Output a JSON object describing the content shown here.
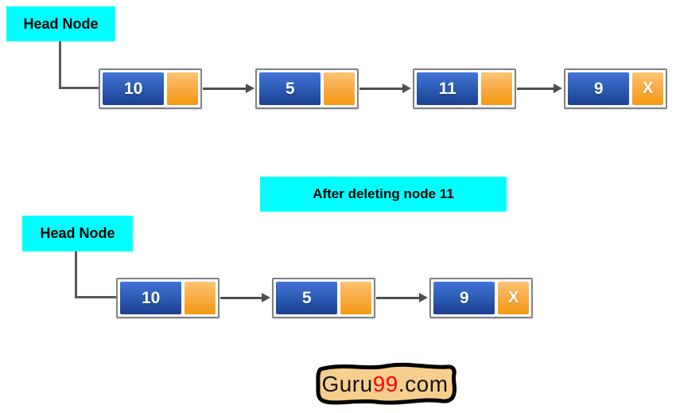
{
  "colors": {
    "label_bg": "#00ffff",
    "label_text": "#000000",
    "node_border": "#7f8288",
    "node_value_top": "#4274d6",
    "node_value_bottom": "#1b4092",
    "node_next_top": "#fcc373",
    "node_next_bottom": "#f49a10",
    "arrow": "#4d4d4d",
    "connector": "#595959",
    "logo_bg": "#f6ce8e",
    "logo_border": "#000000",
    "logo_accent": "#ff0000"
  },
  "before": {
    "head_label": "Head Node",
    "nodes": [
      {
        "value": "10",
        "next": ""
      },
      {
        "value": "5",
        "next": ""
      },
      {
        "value": "11",
        "next": ""
      },
      {
        "value": "9",
        "next": "X"
      }
    ]
  },
  "caption": {
    "text": "After deleting node 11"
  },
  "after": {
    "head_label": "Head Node",
    "nodes": [
      {
        "value": "10",
        "next": ""
      },
      {
        "value": "5",
        "next": ""
      },
      {
        "value": "9",
        "next": "X"
      }
    ]
  },
  "logo": {
    "part_guru": "Guru",
    "part_99": "99",
    "part_com": ".com"
  }
}
